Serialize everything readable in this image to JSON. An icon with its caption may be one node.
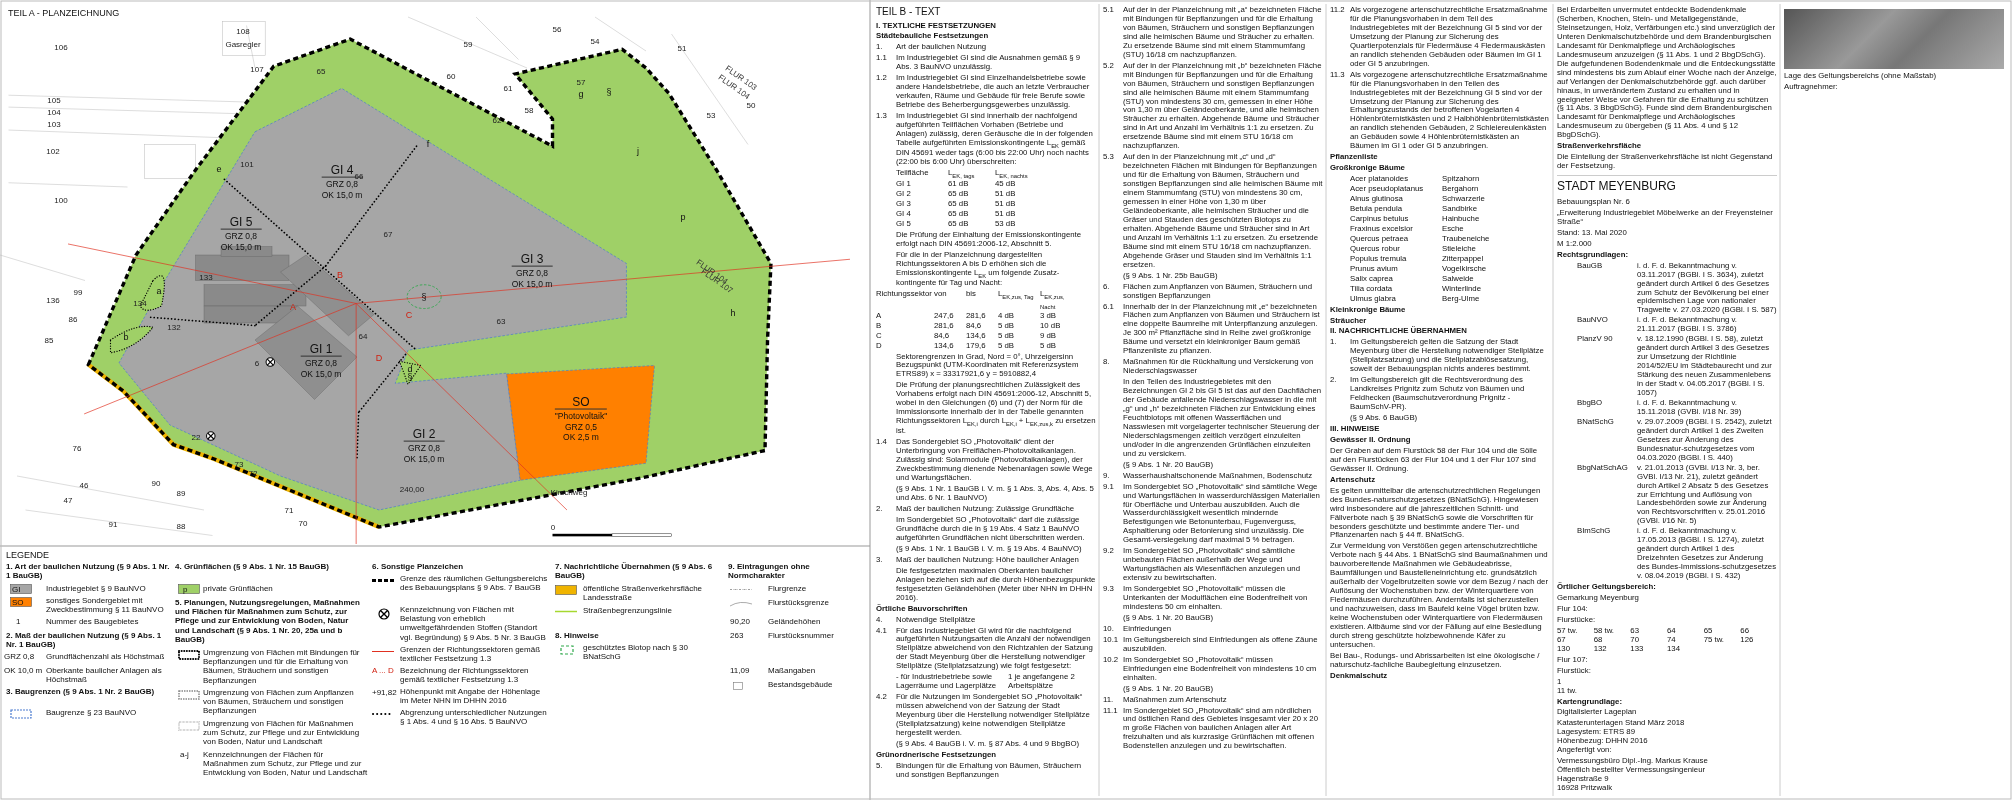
{
  "diagram": {
    "nodes": [
      {
        "text": [
          "GI 4",
          "GRZ 0,8",
          "OK 15,0 m"
        ]
      },
      {
        "text": [
          "GI 5",
          "GRZ 0,8",
          "OK 15,0 m"
        ]
      },
      {
        "text": [
          "GI 3",
          "GRZ 0,8",
          "OK 15,0 m"
        ]
      },
      {
        "text": [
          "GI 1",
          "GRZ 0,8",
          "OK 15,0 m"
        ]
      },
      {
        "text": [
          "GI 2",
          "GRZ 0,8",
          "OK 15,0 m"
        ]
      },
      {
        "text": [
          "SO",
          "\"Photovoltaik\"",
          "GRZ 0,5",
          "OK 2,5 m"
        ]
      }
    ],
    "labels": [
      "TEIL A - PLANZEICHNUNG",
      "108",
      "56",
      "106",
      "Gasregler",
      "59",
      "54",
      "51",
      "107",
      "65",
      "60",
      "57",
      "FLUR 103",
      "61",
      "g",
      "§",
      "FLUR 104",
      "105",
      "50",
      "104",
      "62",
      "58",
      "53",
      "103",
      "102",
      "f",
      "j",
      "e",
      "101",
      "66",
      "100",
      "p",
      "67",
      "133",
      "B",
      "FLUR 104",
      "FLUR 107",
      "136",
      "99",
      "134",
      "a",
      "A",
      "§",
      "86",
      "C",
      "63",
      "h",
      "85",
      "b",
      "132",
      "64",
      "6",
      "D",
      "d",
      "§",
      "22",
      "76",
      "73",
      "72",
      "46",
      "90",
      "89",
      "71",
      "240,00",
      "Kirschweg",
      "47",
      "91",
      "88",
      "70",
      "0",
      "LEGENDE",
      "1. Art der baulichen Nutzung (§ 9 Abs. 1 Nr. 1 BauGB)",
      "4. Grünflächen (§ 9 Abs. 1 Nr. 15 BauGB)",
      "6. Sonstige Planzeichen",
      "7. Nachrichtliche Übernahmen (§ 9 Abs. 6 BauGB)",
      "9. Eintragungen ohne Normcharakter",
      "GI",
      "p",
      "SO",
      "5. Planungen, Nutzungsregelungen, Maßnahmen und Flächen für Maßnahmen zum Schutz, zur Pflege und zur Entwicklung von Boden, Natur und Landschaft (§ 9 Abs. 1 Nr. 20, 25a und b BauGB)",
      "1",
      "90,20",
      "2. Maß der baulichen Nutzung (§ 9 Abs. 1 Nr. 1 BauGB)",
      "8. Hinweise",
      "263",
      "GRZ 0,8",
      "OK 10,0 m",
      "A ... D",
      "11,09",
      "3. Baugrenzen (§ 9 Abs. 1 Nr. 2 BauGB)",
      "+91,82",
      "a-j",
      "TEIL B - TEXT",
      "I. TEXTLICHE FESTSETZUNGEN",
      "Städtebauliche Festsetzungen",
      "1.",
      "Art der baulichen Nutzung",
      "1.1",
      "Im Industriegebiet GI sind die Ausnahmen gemäß § 9 Abs. 3 BauNVO unzulässig.",
      "1.2",
      "Im Industriegebiet GI sind Einzelhandelsbetriebe sowie andere Handelsbetriebe, die auch an letzte Verbraucher verkaufen, Räume und Gebäude für freie Berufe sowie Betriebe des Beherbergungsgewerbes unzulässig.",
      "1.3",
      "Im Industriegebiet GI sind innerhalb der nachfolgend aufgeführten Teilflächen Vorhaben (Betriebe und Anlagen) zulässig, deren Geräusche die in der folgenden Tabelle aufgeführten Emissionskontingente L$_{EK}$ gemäß DIN 45691 weder tags (6:00 bis 22:00 Uhr) noch nachts (22:00 bis 6:00 Uhr) überschreiten:",
      "Teilfläche",
      "L$_{EK, tags}$",
      "L$_{EK, nachts}$",
      "GI 1",
      "61 dB",
      "45 dB",
      "GI 2",
      "65 dB",
      "51 dB",
      "GI 3",
      "65 dB",
      "51 dB",
      "GI 4",
      "65 dB",
      "51 dB",
      "GI 5",
      "65 dB",
      "53 dB",
      "Die Prüfung der Einhaltung der Emissionskontingente erfolgt nach DIN 45691:2006-12, Abschnitt 5.",
      "Für die in der Planzeichnung dargestellten Richtungssektoren A bis D erhöhen sich die Emissionskontingente L$_{EK}$ um folgende Zusatz-kontingente für Tag und Nacht:",
      "Richtungssektor",
      "von",
      "bis",
      "L$_{EK,zus, Tag}$",
      "L$_{EK,zus, Nacht}$",
      "A",
      "247,6",
      "281,6",
      "4 dB",
      "3 dB",
      "B",
      "281,6",
      "84,6",
      "5 dB",
      "10 dB",
      "C",
      "84,6",
      "134,6",
      "5 dB",
      "9 dB",
      "D",
      "134,6",
      "179,6",
      "5 dB",
      "5 dB",
      "Sektorengrenzen in Grad, Nord = 0°, Uhrzeigersinn Bezugspunkt (UTM-Koordinaten mit Referenzsystem ETRS89) x = 33317921,6 y = 5910882,4",
      "Die Prüfung der planungsrechtlichen Zulässigkeit des Vorhabens erfolgt nach DIN 45691:2006-12, Abschnitt 5, wobei in den Gleichungen (6) und (7) der Norm für die Immissionsorte innerhalb der in der Tabelle genannten Richtungssektoren L$_{EK,i}$ durch L$_{EK,i}$ + L$_{EK,zus,k}$ zu ersetzen ist.",
      "1.4",
      "Das Sondergebiet SO „Photovoltaik“ dient der Unterbringung von Freiflächen-Photovoltaikanlagen. Zulässig sind: Solarmodule (Photovoltaikanlagen), der Zweckbestimmung dienende Nebenanlagen sowie Wege und Wartungsflächen.",
      "(§ 9 Abs. 1 Nr. 1 BauGB i. V. m. § 1 Abs. 3, Abs. 4, Abs. 5 und Abs. 6 Nr. 1 BauNVO)",
      "2.",
      "Maß der baulichen Nutzung: Zulässige Grundfläche",
      "Im Sondergebiet SO „Photovoltaik“ darf die zulässige Grundfläche durch die in § 19 Abs. 4 Satz 1 BauNVO aufgeführten Grundflächen nicht überschritten werden.",
      "(§ 9 Abs. 1 Nr. 1 BauGB i. V. m. § 19 Abs. 4 BauNVO)",
      "3.",
      "Maß der baulichen Nutzung: Höhe baulicher Anlagen",
      "Die festgesetzten maximalen Oberkanten baulicher Anlagen beziehen sich auf die durch Höhenbezugspunkte festgesetzten Geländehöhen (Meter über NHN im DHHN 2016).",
      "Örtliche Bauvorschriften",
      "4.",
      "Notwendige Stellplätze",
      "4.1",
      "Für das Industriegebiet GI wird für die nachfolgend aufgeführten Nutzungsarten die Anzahl der notwendigen Stellplätze abweichend von den Richtzahlen der Satzung der Stadt Meyenburg über die Herstellung notwendiger Stellplätze (Stellplatzsatzung) wie folgt festgesetzt:",
      "- für Industriebetriebe sowie Lagerräume und Lagerplätze",
      "1 je angefangene 2 Arbeitsplätze",
      "4.2",
      "Für die Nutzungen im Sondergebiet SO „Photovoltaik“ müssen abweichend von der Satzung der Stadt Meyenburg über die Herstellung notwendiger Stellplätze (Stellplatzsatzung) keine notwendigen Stellplätze hergestellt werden.",
      "(§ 9 Abs. 4 BauGB i. V. m. § 87 Abs. 4 und 9 BbgBO)",
      "Grünordnerische Festsetzungen",
      "5.",
      "Bindungen für die Erhaltung von Bäumen, Sträuchern und sonstigen Bepflanzungen",
      "5.1",
      "Auf der in der Planzeichnung mit „a“ bezeichneten Fläche mit Bindungen für Bepflanzungen und für die Erhaltung von Bäumen, Sträuchern und sonstigen Bepflanzungen sind alle heimischen Bäume und Sträucher zu erhalten. Zu ersetzende Bäume sind mit einem Stammumfang (STU) 16/18 cm nachzupflanzen.",
      "5.2",
      "Auf der in der Planzeichnung mit „b“ bezeichneten Fläche mit Bindungen für Bepflanzungen und für die Erhaltung von Bäumen, Sträuchern und sonstigen Bepflanzungen sind alle heimischen Bäume mit einem Stammumfang (STU) von mindestens 30 cm, gemessen in einer Höhe von 1,30 m über Geländeoberkante, und alle heimischen Sträucher zu erhalten. Abgehende Bäume und Sträucher sind in Art und Anzahl im Verhältnis 1:1 zu ersetzen. Zu ersetzende Bäume sind mit einem STU 16/18 cm nachzupflanzen.",
      "5.3",
      "Auf den in der Planzeichnung mit „c“ und „d“ bezeichneten Flächen mit Bindungen für Bepflanzungen und für die Erhaltung von Bäumen, Sträuchern und sonstigen Bepflanzungen sind alle heimischen Bäume mit einem Stammumfang (STU) von mindestens 30 cm, gemessen in einer Höhe von 1,30 m über Geländeoberkante, alle heimischen Sträucher und die Gräser und Stauden des geschützten Biotops zu erhalten. Abgehende Bäume und Sträucher sind in Art und Anzahl im Verhältnis 1:1 zu ersetzen. Zu ersetzende Bäume sind mit einem STU 16/18 cm nachzupflanzen. Abgehende Gräser und Stauden sind im Verhältnis 1:1 ersetzen.",
      "(§ 9 Abs. 1 Nr. 25b BauGB)",
      "6.",
      "Flächen zum Anpflanzen von Bäumen, Sträuchern und sonstigen Bepflanzungen",
      "6.1",
      "Innerhalb der in der Planzeichnung mit „e“ bezeichneten Flächen zum Anpflanzen von Bäumen und Sträuchern ist eine doppelte Baumreihe mit Unterpflanzung anzulegen. Je 300 m² Pflanzfläche sind in Reihe zwei großkronige Bäume und versetzt ein kleinkroniger Baum gemäß Pflanzenliste zu pflanzen.",
      "8.",
      "Maßnahmen für die Rückhaltung und Versickerung von Niederschlagswasser",
      "In den Teilen des Industriegebietes mit den Bezeichnungen GI 2 bis GI 5 ist das auf den Dachflächen der Gebäude anfallende Niederschlagswasser in die mit „g“ und „h“ bezeichneten Flächen zur Entwicklung eines Feuchtbiotops mit offenen Wasserflächen und Nasswiesen mit vorgelagerter technischer Steuerung der Niederschlagsmengen zeitlich verzögert einzuleiten und/oder in die angrenzenden Grünflächen einzuleiten und zu versickern.",
      "(§ 9 Abs. 1 Nr. 20 BauGB)",
      "9.",
      "Wasserhaushaltschonende Maßnahmen, Bodenschutz",
      "9.1",
      "Im Sondergebiet SO „Photovoltaik“ sind sämtliche Wege und Wartungsflächen in wasserdurchlässigen Materialien für Oberfläche und Unterbau auszubilden. Auch die Wasserdurchlässigkeit wesentlich mindernde Befestigungen wie Betonunterbau, Fugenverguss, Asphaltierung oder Betonierung sind unzulässig. Die Gesamt-versiegelung darf maximal 5 % betragen.",
      "9.2",
      "Im Sondergebiet SO „Photovoltaik“ sind sämtliche unbebauten Flächen außerhalb der Wege und Wartungsflächen als Wiesenflächen anzulegen und extensiv zu bewirtschaften.",
      "9.3",
      "Im Sondergebiet SO „Photovoltaik“ müssen die Unterkanten der Modulflächen eine Bodenfreiheit von mindestens 50 cm einhalten.",
      "(§ 9 Abs. 1 Nr. 20 BauGB)",
      "10.",
      "Einfriedungen",
      "10.1",
      "Im Geltungsbereich sind Einfriedungen als offene Zäune auszubilden.",
      "10.2",
      "Im Sondergebiet SO „Photovoltaik“ müssen Einfriedungen eine Bodenfreiheit von mindestens 10 cm einhalten.",
      "(§ 9 Abs. 1 Nr. 20 BauGB)",
      "11.",
      "Maßnahmen zum Artenschutz",
      "11.1",
      "Im Sondergebiet SO „Photovoltaik“ sind am nördlichen und östlichen Rand des Gebietes insgesamt vier 20 x 20 m große Flächen von baulichen Anlagen aller Art freizuhalten und als kurzrasige Grünflächen mit offenen Bodenstellen anzulegen und zu bewirtschaften.",
      "11.2",
      "Als vorgezogene artenschutzrechtliche Ersatzmaßnahme für die Planungsvorhaben in dem Teil des Industriegebietes mit der Bezeichnung GI 5 sind vor der Umsetzung der Planung zur Sicherung des Quartierpotenzials für Fledermäuse 4 Fledermauskästen an randlich stehenden Gebäuden oder Bäumen im GI 1 oder GI 5 anzubringen.",
      "11.3",
      "Als vorgezogene artenschutzrechtliche Ersatzmaßnahme für die Planungsvorhaben in den Teilen des Industriegebietes mit der Bezeichnung GI 5 sind vor der Umsetzung der Planung zur Sicherung des Erhaltungszustands der betroffenen Vogelarten 4 Höhlenbrüternistkästen und 2 Halbhöhlenbrüternistkästen an randlich stehenden Gebäuden, 2 Schleiereulenkästen an Gebäuden sowie 4 Höhlenbrüternistkästen an Bäumen im GI 1 oder GI 5 anzubringen.",
      "Pflanzenliste",
      "Großkronige Bäume",
      "Acer platanoides",
      "Spitzahorn",
      "Acer pseudoplatanus",
      "Bergahorn",
      "Alnus glutinosa",
      "Schwarzerle",
      "Betula pendula",
      "Sandbirke",
      "Carpinus betulus",
      "Hainbuche",
      "Fraxinus excelsior",
      "Esche",
      "Quercus petraea",
      "Traubeneiche",
      "Quercus robur",
      "Stieleiche",
      "Populus tremula",
      "Zitterpappel",
      "Prunus avium",
      "Vogelkirsche",
      "Salix caprea",
      "Salweide",
      "Tilia cordata",
      "Winterlinde",
      "Ulmus glabra",
      "Berg-Ulme",
      "Kleinkronige Bäume",
      "Sträucher",
      "II. NACHRICHTLICHE ÜBERNAHMEN",
      "1.",
      "Im Geltungsbereich gelten die Satzung der Stadt Meyenburg über die Herstellung notwendiger Stellplätze (Stellplatzsatzung) und die Stellplatzablösesatzung, soweit der Bebauungsplan nichts anderes bestimmt.",
      "2.",
      "Im Geltungsbereich gilt die Rechtsverordnung des Landkreises Prignitz zum Schutz von Bäumen und Feldhecken (Baumschutzverordnung Prignitz - BaumSchV-PR).",
      "(§ 9 Abs. 6 BauGB)",
      "III. HINWEISE",
      "Gewässer II. Ordnung",
      "Der Graben auf dem Flurstück 58 der Flur 104 und die Sölle auf den Flurstücken 63 der Flur 104 und 1 der Flur 107 sind Gewässer II. Ordnung.",
      "Artenschutz",
      "Es gelten unmittelbar die artenschutzrechtlichen Regelungen des Bundes-naturschutzgesetzes (BNatSchG). Hingewiesen wird insbesondere auf die jahreszeitlichen Schnitt- und Fällverbote nach § 39 BNatSchG sowie die Vorschriften für besonders geschützte und bestimmte andere Tier- und Pflanzenarten nach § 44 ff. BNatSchG.",
      "Zur Vermeidung von Verstößen gegen artenschutzrechtliche Verbote nach § 44 Abs. 1 BNatSchG sind Baumaßnahmen und bauvorbereitende Maßnahmen wie Gebäudeabrisse, Baumfällungen und Baustelleneinrichtung etc. grundsätzlich außerhalb der Vogelbrutzeiten sowie vor dem Bezug / nach der Auflösung der Wochenstuben bzw. der Winterquartiere von Fledermäusen durchzuführen. Andernfalls ist sicherzustellen und nachzuweisen, dass im Baufeld keine Vögel brüten bzw. keine Wochenstuben oder Winterquartiere von Fledermäusen existieren. Altbäume sind vor der Fällung auf eine Besiedlung durch streng geschützte holzbewohnende Käfer zu untersuchen.",
      "Bei Bau-, Rodungs- und Abrissarbeiten ist eine ökologische / naturschutz-fachliche Baubegleitung einzusetzen.",
      "Denkmalschutz",
      "Bei Erdarbeiten unvermutet entdeckte Bodendenkmale (Scherben, Knochen, Stein- und Metallgegenstände, Steinsetzungen, Holz, Verfärbungen etc.) sind unverzüglich der Unteren Denkmalschutzbehörde und dem Brandenburgischen Landesamt für Denkmalpflege und Archäologisches Landesmuseum anzuzeigen (§ 11 Abs. 1 und 2 BbgDSchG). Die aufgefundenen Bodendenkmale und die Entdeckungsstätte sind mindestens bis zum Ablauf einer Woche nach der Anzeige, auf Verlangen der Denkmalschutzbehörde ggf. auch darüber hinaus, in unverändertem Zustand zu erhalten und in geeigneter Weise vor Gefahren für die Erhaltung zu schützen (§ 11 Abs. 3 BbgDSchG). Funde sind dem Brandenburgischen Landesamt für Denkmalpflege und Archäologisches Landesmuseum zu übergeben (§ 11 Abs. 4 und § 12 BbgDSchG).",
      "Straßenverkehrsfläche",
      "Die Einteilung der Straßenverkehrsfläche ist nicht Gegenstand der Festsetzung.",
      "STADT MEYENBURG",
      "Bebauungsplan Nr. 6",
      "„Erweiterung Industriegebiet Möbelwerke an der Freyensteiner Straße“",
      "Stand: 13. Mai 2020",
      "M 1:2.000",
      "Rechtsgrundlagen:",
      "BauGB",
      "i. d. F. d. Bekanntmachung v. 03.11.2017 (BGBl. I S. 3634), zuletzt geändert durch Artikel 6 des Gesetzes zum Schutz der Bevölkerung bei einer epidemischen Lage von nationaler Tragweite v. 27.03.2020 (BGBl. I S. 587)",
      "BauNVO",
      "i. d. F. d. Bekanntmachung v. 21.11.2017 (BGBl. I S. 3786)",
      "PlanzV 90",
      "v. 18.12.1990 (BGBl. I S. 58), zuletzt geändert durch Artikel 3 des Gesetzes zur Umsetzung der Richtlinie 2014/52/EU im Städtebaurecht und zur Stärkung des neuen Zusammenlebens in der Stadt v. 04.05.2017 (BGBl. I S. 1057)",
      "BbgBO",
      "i. d. F. d. Bekanntmachung v. 15.11.2018 (GVBl. I/18 Nr. 39)",
      "BNatSchG",
      "v. 29.07.2009 (BGBl. I S. 2542), zuletzt geändert durch Artikel 1 des Zweiten Gesetzes zur Änderung des Bundesnatur-schutzgesetzes vom 04.03.2020 (BGBl. I S. 440)",
      "BbgNatSchAG",
      "v. 21.01.2013 (GVBl. I/13 Nr. 3, ber. GVBl. I/13 Nr. 21), zuletzt geändert durch Artikel 2 Absatz 5 des Gesetzes zur Errichtung und Auflösung von Landesbehörden sowie zur Änderung von Rechtsvorschriften v. 25.01.2016 (GVBl. I/16 Nr. 5)",
      "BImSchG",
      "i. d. F. d. Bekanntmachung v. 17.05.2013 (BGBl. I S. 1274), zuletzt geändert durch Artikel 1 des Dreizehnten Gesetzes zur Änderung des Bundes-Immissions-schutzgesetzes v. 08.04.2019 (BGBl. I S. 432)",
      "Örtlicher Geltungsbereich:",
      "Gemarkung Meyenburg",
      "Flur 104:",
      "Flurstücke:",
      "57 tw.",
      "58 tw.",
      "63",
      "64",
      "65",
      "66",
      "67",
      "68",
      "70",
      "74",
      "75 tw.",
      "126",
      "130",
      "132",
      "133",
      "134",
      "Flur 107:",
      "Flurstück:",
      "1",
      "11 tw.",
      "Kartengrundlage:",
      "Digitalisierter Lageplan",
      "Katasterunterlagen Stand März 2018",
      "Lagesystem: ETRS 89",
      "Höhenbezug: DHHN 2016",
      "Angefertigt von:",
      "Vermessungsbüro Dipl.-Ing. Markus Krause",
      "Öffentlich bestellter Vermessungsingenieur",
      "Hagenstraße 9",
      "16928 Pritzwalk",
      "Lage des Geltungsbereichs (ohne Maßstab)",
      "Auftragnehmer:"
    ],
    "legend": [
      {
        "text": "Industriegebiet § 9 BauNVO",
        "color": "#a6a6a6"
      },
      {
        "text": "sonstiges Sondergebiet mit Zweckbestimmung § 11 BauNVO",
        "color": "#ff8000"
      },
      {
        "text": "Nummer des Baugebietes"
      },
      {
        "text": "Grundflächenzahl als Höchstmaß"
      },
      {
        "text": "Oberkante baulicher Anlagen als Höchstmaß"
      },
      {
        "text": "Baugrenze § 23 BauNVO"
      },
      {
        "text": "private Grünflächen",
        "color": "#9fd067"
      },
      {
        "text": "Umgrenzung von Flächen mit Bindungen für Bepflanzungen und für die Erhaltung von Bäumen, Sträuchern und sonstigen Bepflanzungen"
      },
      {
        "text": "Umgrenzung von Flächen zum Anpflanzen von Bäumen, Sträuchern und sonstigen Bepflanzungen"
      },
      {
        "text": "Umgrenzung von Flächen für Maßnahmen zum Schutz, zur Pflege und zur Entwicklung von Boden, Natur und Landschaft"
      },
      {
        "text": "Kennzeichnungen der Flächen für Maßnahmen zum Schutz, zur Pflege und zur Entwicklung von Boden, Natur und Landschaft"
      },
      {
        "text": "Grenze des räumlichen Geltungsbereichs des Bebauungsplans § 9 Abs. 7 BauGB"
      },
      {
        "text": "Kennzeichnung von Flächen mit Belastung von erheblich umweltgefährdenden Stoffen (Standort vgl. Begründung) § 9 Abs. 5 Nr. 3 BauGB"
      },
      {
        "text": "Grenzen der Richtungssektoren gemäß textlicher Festsetzung 1.3"
      },
      {
        "text": "Bezeichnung der Richtungssektoren gemäß textlicher Festsetzung 1.3"
      },
      {
        "text": "Höhenpunkt mit Angabe der Höhenlage im Meter NHN im DHHN 2016"
      },
      {
        "text": "Abgrenzung unterschiedlicher Nutzungen § 1 Abs. 4 und § 16 Abs. 5 BauNVO"
      },
      {
        "text": "öffentliche Straßenverkehrsfläche Landesstraße",
        "color": "#f0b400"
      },
      {
        "text": "Straßenbegrenzungslinie"
      },
      {
        "text": "geschütztes Biotop nach § 30 BNatSchG"
      },
      {
        "text": "Flurgrenze"
      },
      {
        "text": "Flurstücksgrenze"
      },
      {
        "text": "Geländehöhen"
      },
      {
        "text": "Flurstücksnummer"
      },
      {
        "text": "Maßangaben"
      },
      {
        "text": "Bestandsgebäude"
      }
    ]
  }
}
